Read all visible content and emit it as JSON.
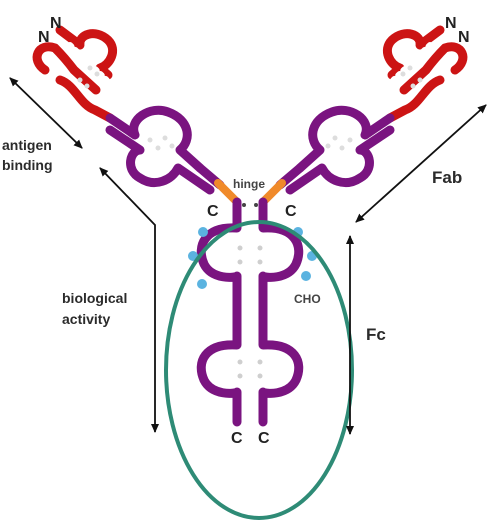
{
  "labels": {
    "antigen_binding_line1": "antigen",
    "antigen_binding_line2": "binding",
    "biological_activity_line1": "biological",
    "biological_activity_line2": "activity",
    "hinge": "hinge",
    "fab": "Fab",
    "fc": "Fc",
    "cho": "CHO",
    "n_terminus": "N",
    "c_terminus": "C"
  },
  "colors": {
    "light_chain_variable": "#cc1414",
    "heavy_chain": "#7a1480",
    "hinge": "#f08a2a",
    "fc_ellipse": "#2e8b76",
    "carbohydrate": "#5bb3e0",
    "arrows": "#111111"
  }
}
